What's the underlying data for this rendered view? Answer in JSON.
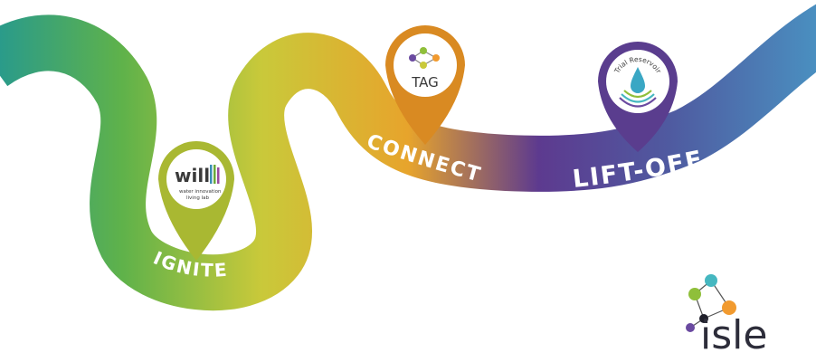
{
  "roadmap": {
    "stages": [
      {
        "label": "IGNITE"
      },
      {
        "label": "CONNECT"
      },
      {
        "label": "LIFT-OFF"
      }
    ],
    "pins": [
      {
        "name": "will",
        "logo_text": "will",
        "caption_lines": [
          "water innovation",
          "living lab"
        ],
        "color": "#a9b832"
      },
      {
        "name": "tag",
        "logo_text": "TAG",
        "color": "#d98a22"
      },
      {
        "name": "trial-reservoir",
        "logo_text": "Trial Reservoir",
        "color": "#5a3d8e"
      }
    ],
    "colors": {
      "gradient": [
        "#2a9b8a",
        "#5fb24a",
        "#c9c93a",
        "#e7a42c",
        "#5d3a8f",
        "#4f5aa0",
        "#4a8fc0"
      ]
    }
  },
  "brand": {
    "logo_text": "isle",
    "dot_colors": [
      "#8fbf3a",
      "#45b7c0",
      "#f19a2f",
      "#6a4aa0",
      "#1f1f2a"
    ]
  }
}
